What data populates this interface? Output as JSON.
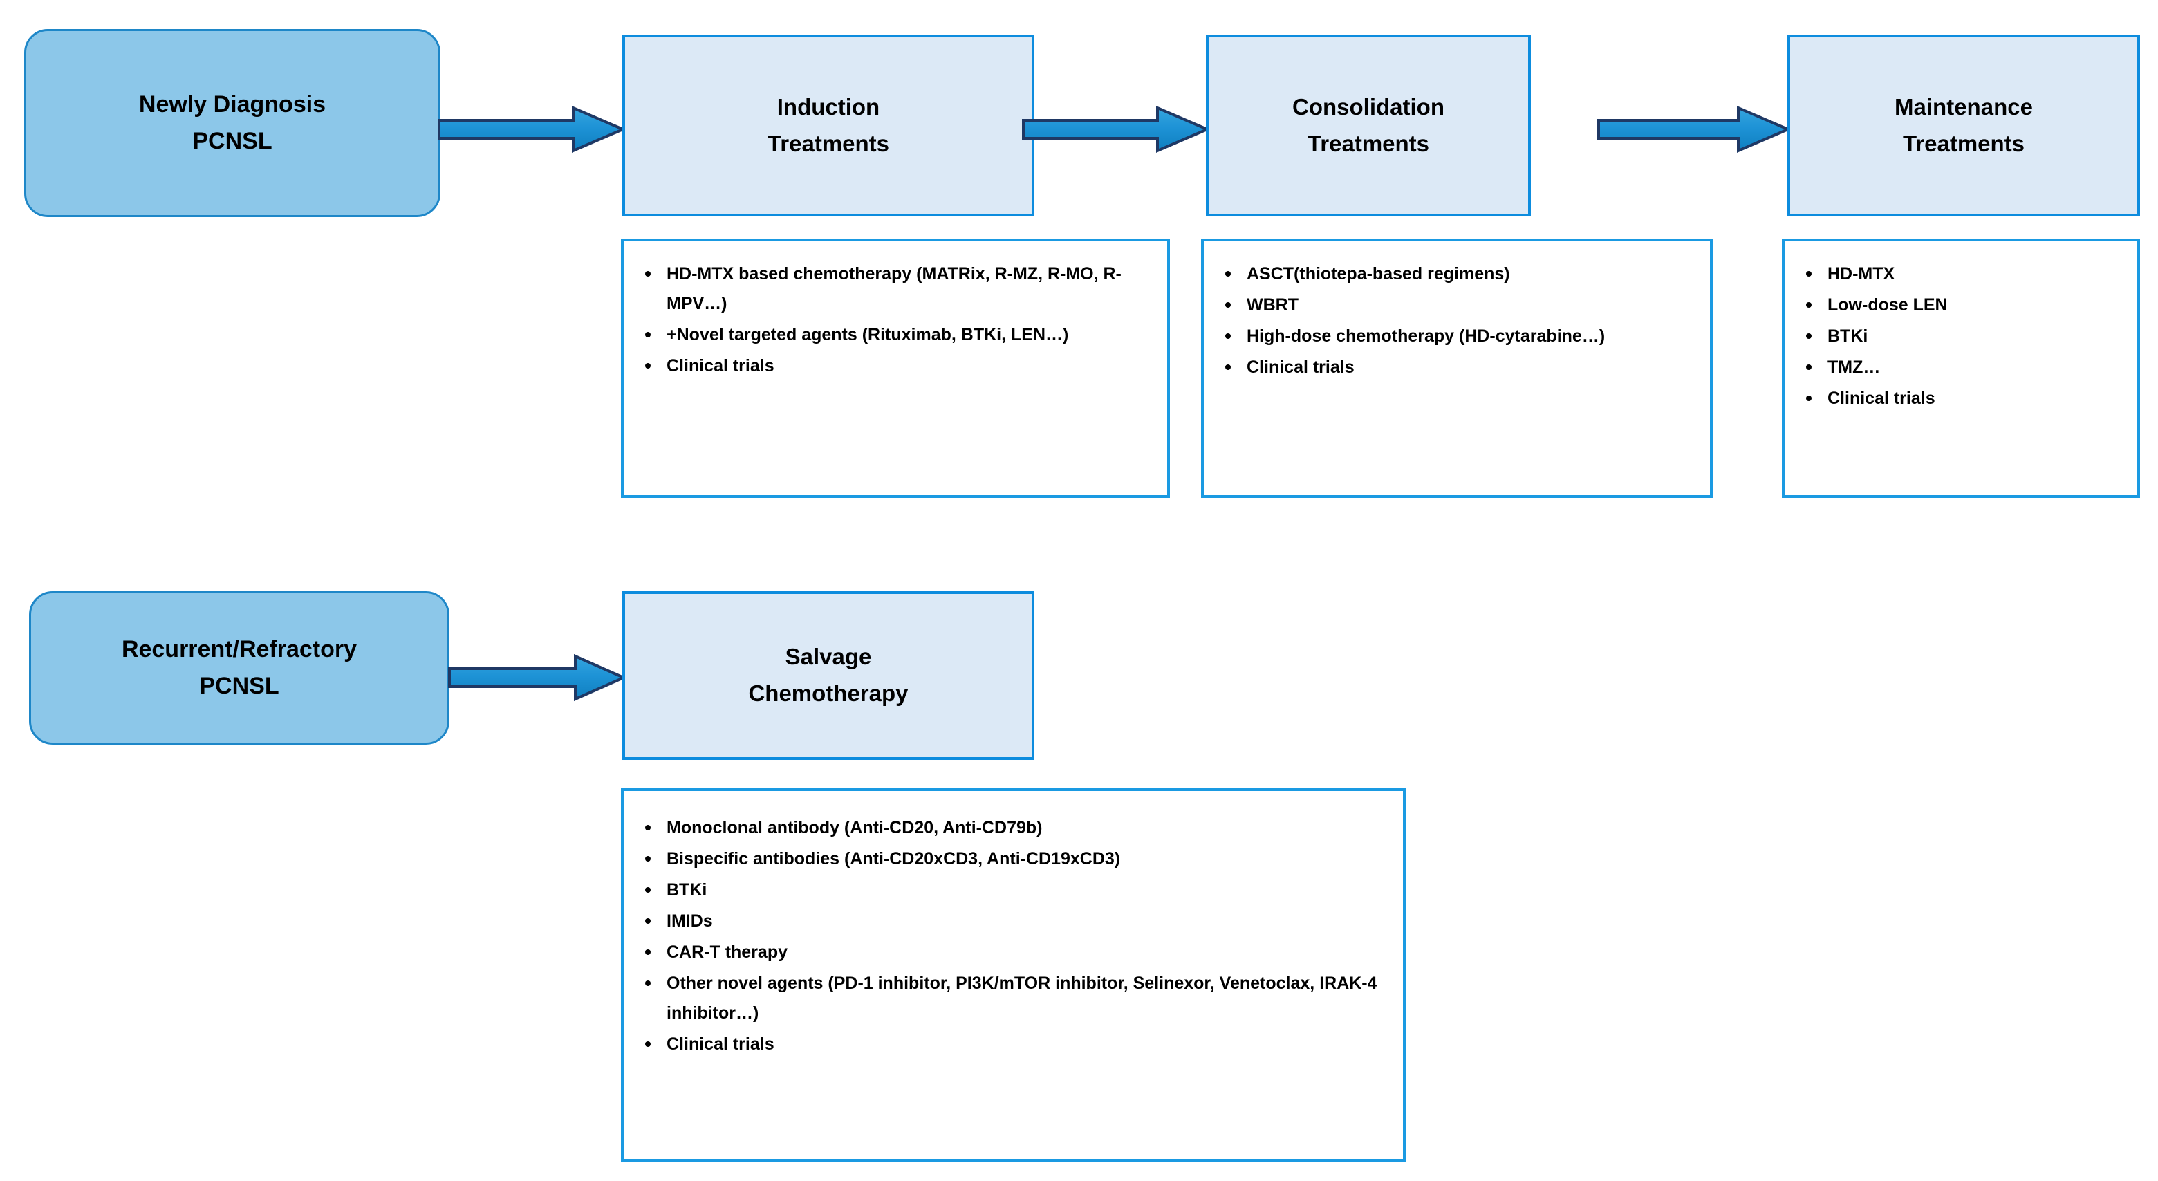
{
  "diagram": {
    "title": "PCNSL treatment algorithm flowchart",
    "colors": {
      "stage_fill": "#8CC7E9",
      "stage_border": "#1E87C8",
      "phase_fill": "#DCE9F6",
      "phase_border": "#0D8CDE",
      "list_border": "#1A9AE2",
      "arrow_fill": "#1B8FD4",
      "arrow_stroke": "#1F3864",
      "text": "#000000",
      "background": "#FFFFFF"
    }
  },
  "rows": {
    "newly_diagnosed": {
      "stage": {
        "line1": "Newly Diagnosis",
        "line2": "PCNSL"
      },
      "phases": [
        {
          "key": "induction",
          "line1": "Induction",
          "line2": "Treatments",
          "bullets": [
            "HD-MTX based chemotherapy (MATRix, R-MZ, R-MO, R-MPV…)",
            "+Novel targeted agents (Rituximab, BTKi, LEN…)",
            "Clinical trials"
          ]
        },
        {
          "key": "consolidation",
          "line1": "Consolidation",
          "line2": "Treatments",
          "bullets": [
            "ASCT(thiotepa-based regimens)",
            "WBRT",
            "High-dose chemotherapy (HD-cytarabine…)",
            "Clinical trials"
          ]
        },
        {
          "key": "maintenance",
          "line1": "Maintenance",
          "line2": "Treatments",
          "bullets": [
            "HD-MTX",
            "Low-dose LEN",
            "BTKi",
            "TMZ…",
            "Clinical trials"
          ]
        }
      ]
    },
    "recurrent_refractory": {
      "stage": {
        "line1": "Recurrent/Refractory",
        "line2": "PCNSL"
      },
      "phases": [
        {
          "key": "salvage",
          "line1": "Salvage",
          "line2": "Chemotherapy",
          "bullets": [
            "Monoclonal antibody (Anti-CD20, Anti-CD79b)",
            "Bispecific antibodies (Anti-CD20xCD3, Anti-CD19xCD3)",
            "BTKi",
            "IMIDs",
            "CAR-T therapy",
            "Other novel agents (PD-1 inhibitor, PI3K/mTOR inhibitor, Selinexor, Venetoclax, IRAK-4 inhibitor…)",
            "Clinical trials"
          ]
        }
      ]
    }
  },
  "arrows": [
    {
      "key": "arrow-newly-to-induction",
      "name": "right-arrow-icon"
    },
    {
      "key": "arrow-induction-to-consolidation",
      "name": "right-arrow-icon"
    },
    {
      "key": "arrow-consolidation-to-maintenance",
      "name": "right-arrow-icon"
    },
    {
      "key": "arrow-recurrent-to-salvage",
      "name": "right-arrow-icon"
    }
  ]
}
